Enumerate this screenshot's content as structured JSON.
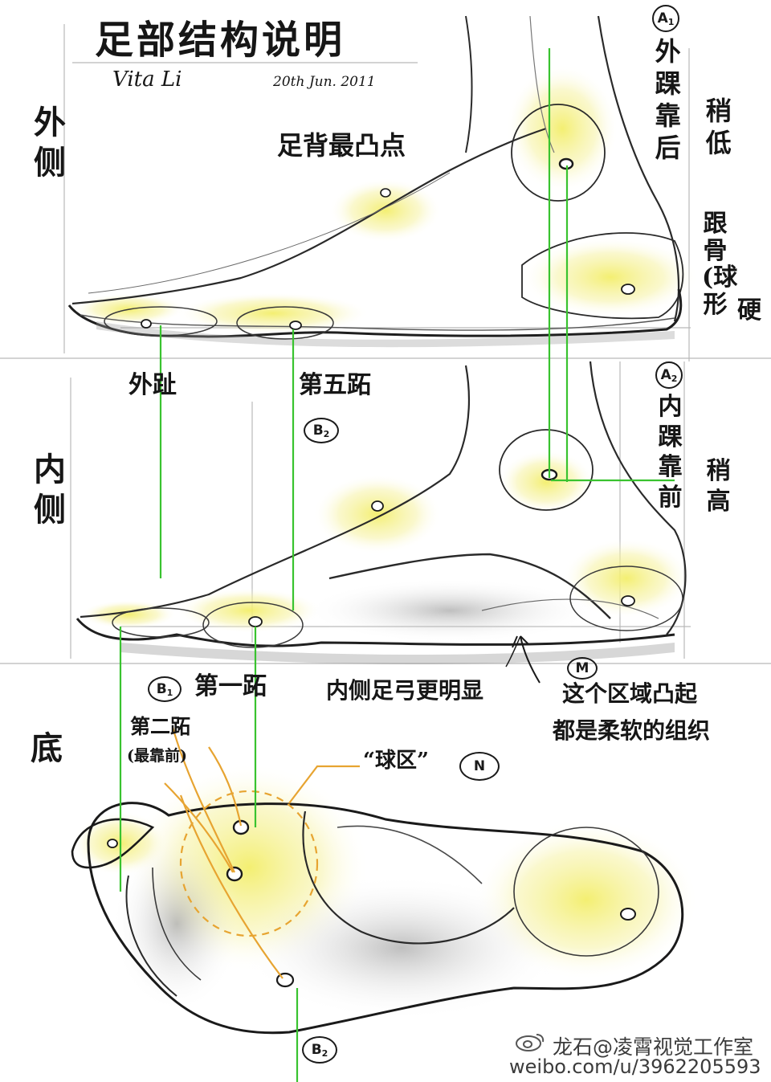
{
  "title": "足部结构说明",
  "author": "Vita Li",
  "date": "20th Jun. 2011",
  "side_labels": {
    "outer": "外侧",
    "inner": "内侧",
    "sole": "底"
  },
  "labels": {
    "instep_peak": "足背最凸点",
    "outer_ankle": "外踝靠后",
    "slightly_low": "稍低",
    "heel_bone": "跟骨(球形",
    "hard": "硬",
    "outer_toe": "外趾",
    "fifth_toe": "第五跖",
    "inner_ankle": "内踝靠前",
    "slightly_high": "稍高",
    "first_toe": "第一跖",
    "inner_arch": "内侧足弓更明显",
    "soft_area_line1": "这个区域凸起",
    "soft_area_line2": "都是柔软的组织",
    "second_toe": "第二跖",
    "second_toe_note": "(最靠前)",
    "ball_area": "“球区”"
  },
  "badges": {
    "a1": {
      "letter": "A",
      "sub": "1"
    },
    "a2": {
      "letter": "A",
      "sub": "2"
    },
    "b1": {
      "letter": "B",
      "sub": "1"
    },
    "b2_top": {
      "letter": "B",
      "sub": "2"
    },
    "b2_bottom": {
      "letter": "B",
      "sub": "2"
    },
    "m": {
      "letter": "M",
      "sub": ""
    },
    "n": {
      "letter": "N",
      "sub": ""
    }
  },
  "watermark": {
    "line1": "龙石@凌霄视觉工作室",
    "line2": "weibo.com/u/3962205593"
  },
  "colors": {
    "guide_green": "#39c32f",
    "highlight_yellow": "#f1ec70",
    "accent_orange": "#e7a431",
    "ink": "#1a1a1a"
  }
}
